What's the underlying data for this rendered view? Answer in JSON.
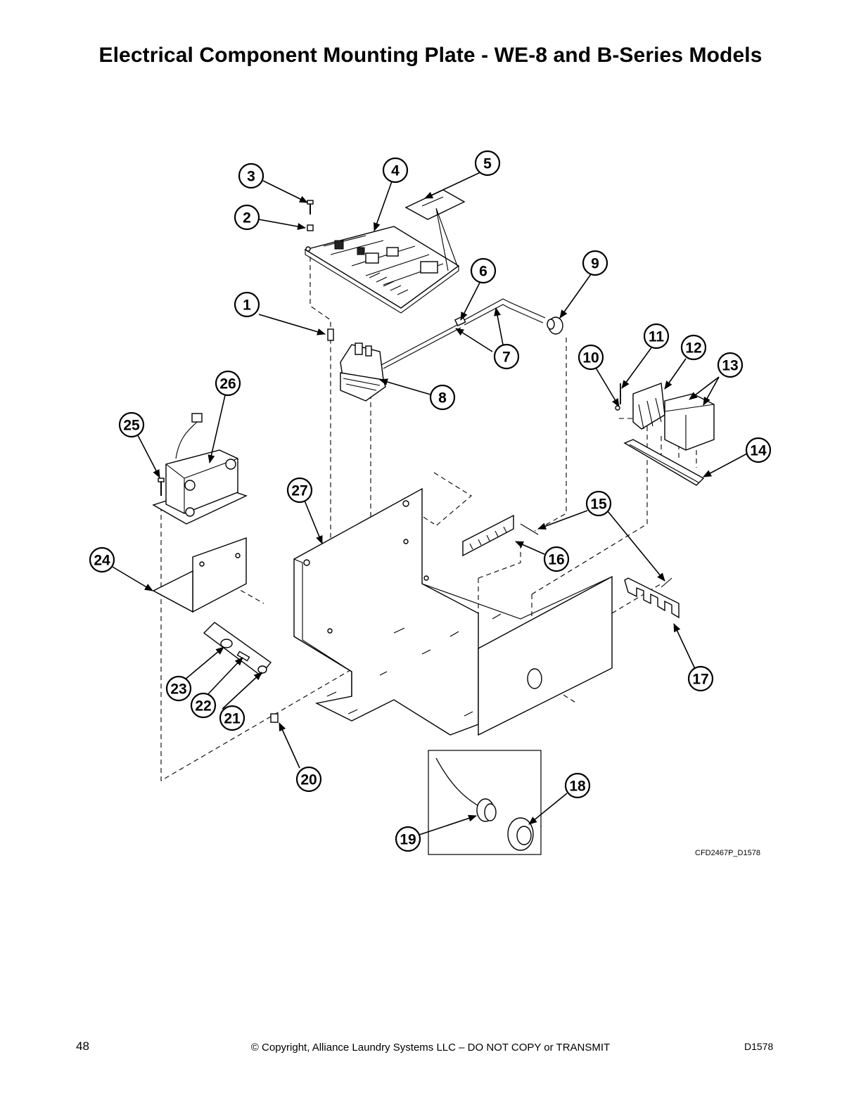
{
  "page": {
    "title": "Electrical Component Mounting Plate - WE-8 and B-Series Models",
    "drawing_id": "CFD2467P_D1578",
    "page_number": "48",
    "copyright": "© Copyright, Alliance Laundry Systems LLC – DO NOT COPY or TRANSMIT",
    "document_id": "D1578"
  },
  "callouts": [
    {
      "id": "c1",
      "label": "1"
    },
    {
      "id": "c2",
      "label": "2"
    },
    {
      "id": "c3",
      "label": "3"
    },
    {
      "id": "c4",
      "label": "4"
    },
    {
      "id": "c5",
      "label": "5"
    },
    {
      "id": "c6",
      "label": "6"
    },
    {
      "id": "c7",
      "label": "7"
    },
    {
      "id": "c8",
      "label": "8"
    },
    {
      "id": "c9",
      "label": "9"
    },
    {
      "id": "c10",
      "label": "10"
    },
    {
      "id": "c11",
      "label": "11"
    },
    {
      "id": "c12",
      "label": "12"
    },
    {
      "id": "c13",
      "label": "13"
    },
    {
      "id": "c14",
      "label": "14"
    },
    {
      "id": "c15",
      "label": "15"
    },
    {
      "id": "c16",
      "label": "16"
    },
    {
      "id": "c17",
      "label": "17"
    },
    {
      "id": "c18",
      "label": "18"
    },
    {
      "id": "c19",
      "label": "19"
    },
    {
      "id": "c20",
      "label": "20"
    },
    {
      "id": "c21",
      "label": "21"
    },
    {
      "id": "c22",
      "label": "22"
    },
    {
      "id": "c23",
      "label": "23"
    },
    {
      "id": "c24",
      "label": "24"
    },
    {
      "id": "c25",
      "label": "25"
    },
    {
      "id": "c26",
      "label": "26"
    },
    {
      "id": "c27",
      "label": "27"
    }
  ]
}
